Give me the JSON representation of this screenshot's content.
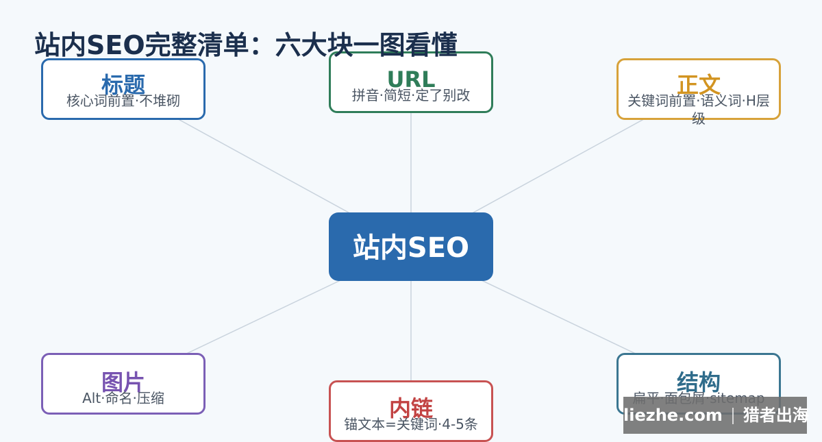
{
  "title": "站内SEO完整清单：六大块一图看懂",
  "center": {
    "label": "站内SEO"
  },
  "nodes": {
    "biaoti": {
      "title": "标题",
      "subtitle": "核心词前置·不堆砌",
      "color": "#2a6aad"
    },
    "url": {
      "title": "URL",
      "subtitle": "拼音·简短·定了别改",
      "color": "#2f7d59"
    },
    "zhengwen": {
      "title": "正文",
      "subtitle": "关键词前置·语义词·H层级",
      "color": "#d29421"
    },
    "tupian": {
      "title": "图片",
      "subtitle": "Alt·命名·压缩",
      "color": "#7753b0"
    },
    "neilian": {
      "title": "内链",
      "subtitle": "锚文本=关键词·4-5条",
      "color": "#c24343"
    },
    "jiegou": {
      "title": "结构",
      "subtitle": "扁平·面包屑·sitemap",
      "color": "#2f6c8b"
    }
  },
  "watermark": {
    "site": "liezhe.com",
    "brand": "猎者出海"
  }
}
